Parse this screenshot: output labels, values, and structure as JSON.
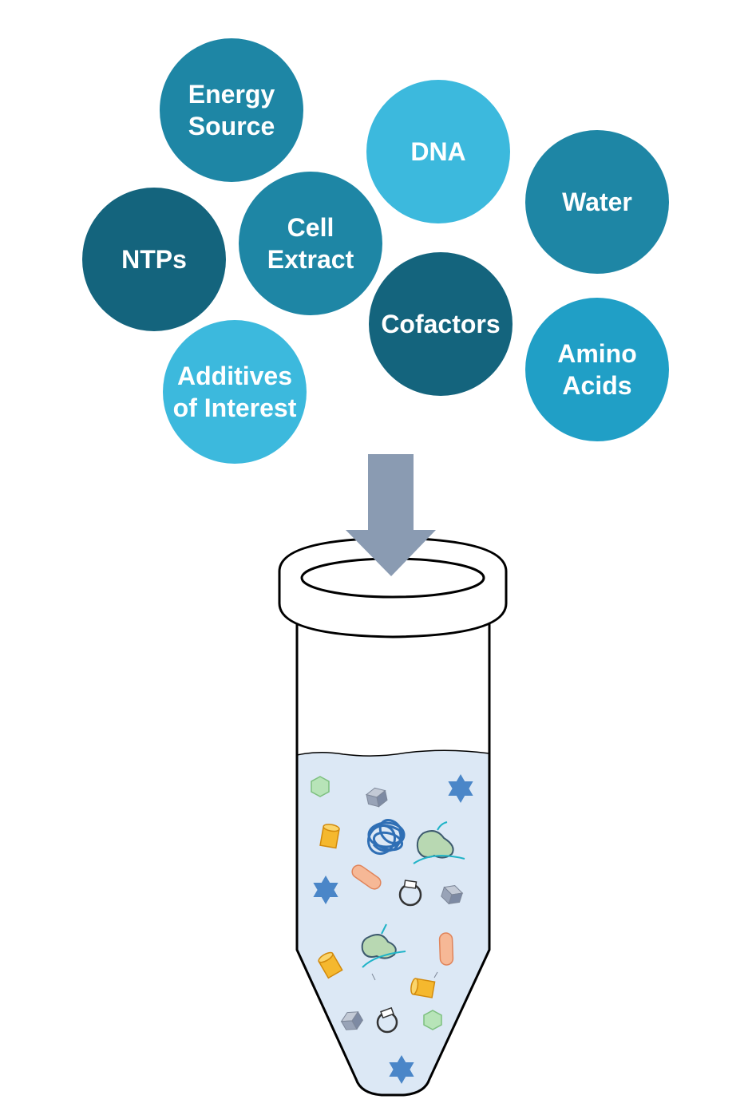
{
  "colors": {
    "teal_medium": "#1e86a5",
    "teal_dark": "#14647d",
    "cyan_light": "#3cb9dd",
    "cyan_medium": "#209fc6",
    "arrow": "#8a9bb2",
    "liquid": "#dce8f5",
    "tube_outline": "#000000"
  },
  "components": {
    "energy_source": {
      "label": "Energy\nSource",
      "color": "#1e86a5"
    },
    "dna": {
      "label": "DNA",
      "color": "#3cb9dd"
    },
    "water": {
      "label": "Water",
      "color": "#1e86a5"
    },
    "ntps": {
      "label": "NTPs",
      "color": "#14647d"
    },
    "cell_extract": {
      "label": "Cell\nExtract",
      "color": "#1e86a5"
    },
    "cofactors": {
      "label": "Cofactors",
      "color": "#14647d"
    },
    "amino_acids": {
      "label": "Amino\nAcids",
      "color": "#209fc6"
    },
    "additives": {
      "label": "Additives\nof Interest",
      "color": "#3cb9dd"
    }
  },
  "tube_contents_icons": [
    "green-hexagon-icon",
    "gray-cube-icon",
    "blue-star-icon",
    "orange-cylinder-icon",
    "dna-coil-icon",
    "ribosome-icon",
    "peach-capsule-icon",
    "plasmid-ring-icon"
  ]
}
